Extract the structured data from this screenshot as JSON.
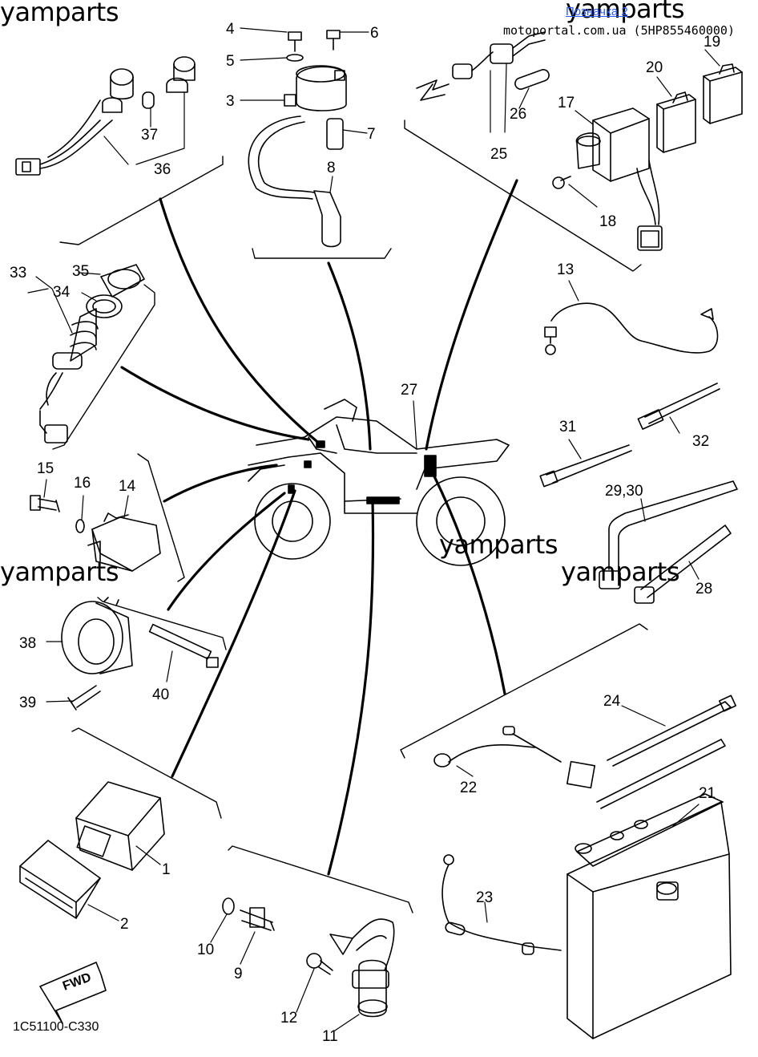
{
  "watermark": "yamparts",
  "header": {
    "link_text": "Позначка 2",
    "site_text": "motoportal.com.ua (5HP855460000)"
  },
  "diagram_code": "1C51100-C330",
  "fwd_label": "FWD",
  "callouts": [
    {
      "id": "c4",
      "text": "4"
    },
    {
      "id": "c5",
      "text": "5"
    },
    {
      "id": "c3",
      "text": "3"
    },
    {
      "id": "c6",
      "text": "6"
    },
    {
      "id": "c7",
      "text": "7"
    },
    {
      "id": "c8",
      "text": "8"
    },
    {
      "id": "c37",
      "text": "37"
    },
    {
      "id": "c36",
      "text": "36"
    },
    {
      "id": "c26",
      "text": "26"
    },
    {
      "id": "c25",
      "text": "25"
    },
    {
      "id": "c20",
      "text": "20"
    },
    {
      "id": "c19",
      "text": "19"
    },
    {
      "id": "c17",
      "text": "17"
    },
    {
      "id": "c18",
      "text": "18"
    },
    {
      "id": "c33",
      "text": "33"
    },
    {
      "id": "c35",
      "text": "35"
    },
    {
      "id": "c34",
      "text": "34"
    },
    {
      "id": "c13",
      "text": "13"
    },
    {
      "id": "c27",
      "text": "27"
    },
    {
      "id": "c31",
      "text": "31"
    },
    {
      "id": "c32",
      "text": "32"
    },
    {
      "id": "c15",
      "text": "15"
    },
    {
      "id": "c16",
      "text": "16"
    },
    {
      "id": "c14",
      "text": "14"
    },
    {
      "id": "c2930",
      "text": "29,30"
    },
    {
      "id": "c28",
      "text": "28"
    },
    {
      "id": "c38",
      "text": "38"
    },
    {
      "id": "c39",
      "text": "39"
    },
    {
      "id": "c40",
      "text": "40"
    },
    {
      "id": "c24",
      "text": "24"
    },
    {
      "id": "c22",
      "text": "22"
    },
    {
      "id": "c21",
      "text": "21"
    },
    {
      "id": "c1",
      "text": "1"
    },
    {
      "id": "c2",
      "text": "2"
    },
    {
      "id": "c23",
      "text": "23"
    },
    {
      "id": "c10",
      "text": "10"
    },
    {
      "id": "c9",
      "text": "9"
    },
    {
      "id": "c12",
      "text": "12"
    },
    {
      "id": "c11",
      "text": "11"
    }
  ]
}
